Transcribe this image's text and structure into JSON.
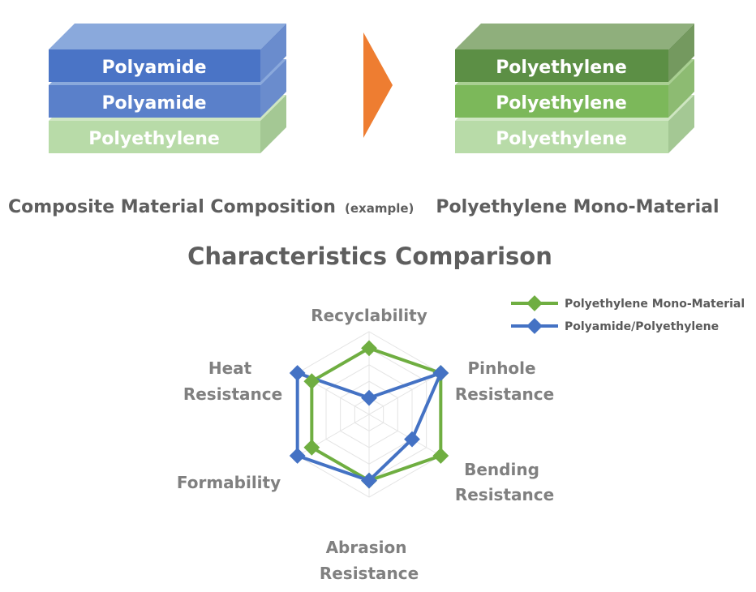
{
  "composite": {
    "layers": [
      "Polyamide",
      "Polyamide",
      "Polyethylene"
    ],
    "caption": "Composite Material Composition",
    "caption_suffix": "(example)"
  },
  "mono": {
    "layers": [
      "Polyethylene",
      "Polyethylene",
      "Polyethylene"
    ],
    "caption": "Polyethylene Mono-Material"
  },
  "colors": {
    "polyamide_top": "#8aa9dc",
    "polyamide_front": "#4a74c6",
    "polyamide_side": "#6a8ccd",
    "pe_light_top": "#cfe6c2",
    "pe_light_front": "#b8dba8",
    "pe_light_side": "#a4c894",
    "pe_mid_front": "#7cb85a",
    "pe_dark_front": "#5c8f45",
    "pe_dark_top": "#8faf7c",
    "arrow": "#ee7d31",
    "series_green": "#6fae41",
    "series_blue": "#4472c4"
  },
  "chart_data": {
    "type": "radar",
    "title": "Characteristics Comparison",
    "axes": [
      "Recyclability",
      "Pinhole Resistance",
      "Bending Resistance",
      "Abrasion Resistance",
      "Formability",
      "Heat Resistance"
    ],
    "range": [
      0,
      5
    ],
    "grid": true,
    "legend_position": "top-right",
    "series": [
      {
        "name": "Polyethylene Mono-Material",
        "color": "#6fae41",
        "values": [
          4,
          5,
          5,
          4,
          4,
          4
        ]
      },
      {
        "name": "Polyamide/Polyethylene",
        "color": "#4472c4",
        "values": [
          1,
          5,
          3,
          4,
          5,
          5
        ]
      }
    ]
  }
}
